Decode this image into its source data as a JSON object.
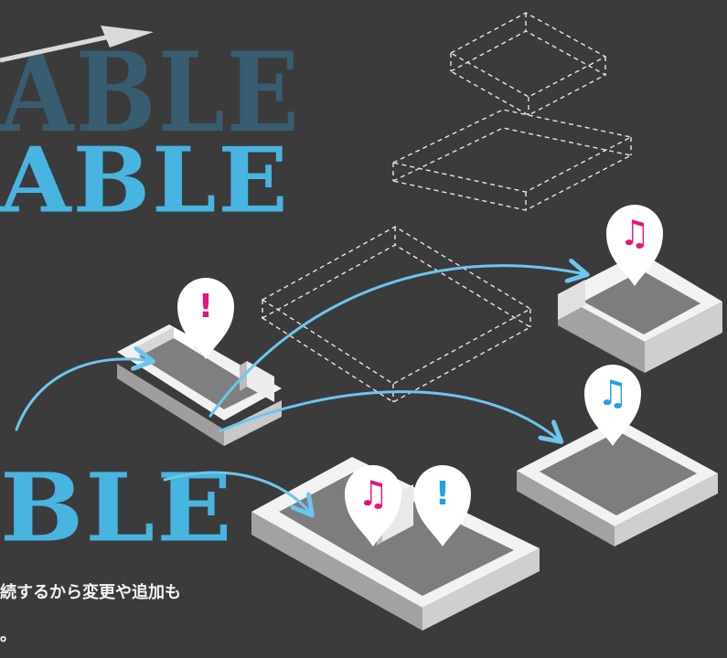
{
  "wordmark": {
    "top_ghost": "ABLE",
    "middle": "ABLE",
    "bottom": "BLE"
  },
  "caption": {
    "line1": "続するから変更や追加も",
    "line2": "。"
  },
  "pins": [
    {
      "id": "pin-alert-left",
      "glyph": "!",
      "icon": "exclamation-icon",
      "color": "#e8127c"
    },
    {
      "id": "pin-music-topright",
      "glyph": "♫",
      "icon": "music-note-icon",
      "color": "#e8127c"
    },
    {
      "id": "pin-music-right",
      "glyph": "♫",
      "icon": "music-note-icon",
      "color": "#1ea3dd"
    },
    {
      "id": "pin-music-bottom",
      "glyph": "♫",
      "icon": "music-note-icon",
      "color": "#e8127c"
    },
    {
      "id": "pin-alert-bottom",
      "glyph": "!",
      "icon": "exclamation-icon",
      "color": "#1ea3dd"
    }
  ],
  "colors": {
    "background": "#3b3b3c",
    "accent_blue": "#48b4e0",
    "accent_magenta": "#e8127c",
    "arrow": "#6cc6ee"
  }
}
